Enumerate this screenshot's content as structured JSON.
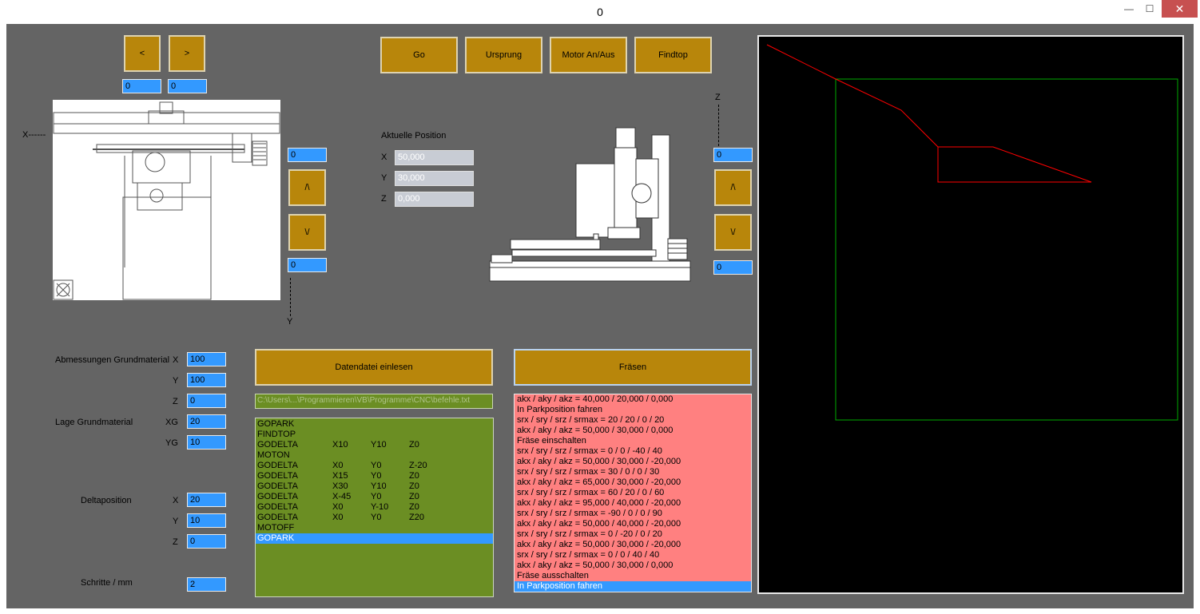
{
  "window": {
    "title": "0",
    "minimize": "—",
    "maximize": "☐",
    "close": "✕"
  },
  "xy_jog": {
    "left_label": "<",
    "right_label": ">",
    "x_left_value": "0",
    "x_right_value": "0",
    "axis_x_label": "X------",
    "up_label": "/\\",
    "down_label": "\\/",
    "y_top_value": "0",
    "y_bottom_value": "0",
    "axis_y_label": "Y"
  },
  "toolbar": {
    "go": "Go",
    "origin": "Ursprung",
    "motor": "Motor An/Aus",
    "findtop": "Findtop"
  },
  "position": {
    "title": "Aktuelle Position",
    "x_label": "X",
    "y_label": "Y",
    "z_label": "Z",
    "x_value": "50,000",
    "y_value": "30,000",
    "z_value": "0,000"
  },
  "z_jog": {
    "axis_label": "Z",
    "top_value": "0",
    "up_label": "/\\",
    "down_label": "\\/",
    "bottom_value": "0"
  },
  "material": {
    "dim_label": "Abmessungen Grundmaterial",
    "x_label": "X",
    "x_value": "100",
    "y_label": "Y",
    "y_value": "100",
    "z_label": "Z",
    "z_value": "0",
    "lage_label": "Lage Grundmaterial",
    "xg_label": "XG",
    "xg_value": "20",
    "yg_label": "YG",
    "yg_value": "10"
  },
  "delta": {
    "label": "Deltaposition",
    "x_label": "X",
    "x_value": "20",
    "y_label": "Y",
    "y_value": "10",
    "z_label": "Z",
    "z_value": "0"
  },
  "steps": {
    "label": "Schritte / mm",
    "value": "2"
  },
  "file": {
    "load_label": "Datendatei einlesen",
    "path": "C:\\Users\\...\\Programmieren\\VB\\Programme\\CNC\\befehle.txt"
  },
  "mill": {
    "label": "Fräsen"
  },
  "gcode": [
    [
      "GOPARK",
      "",
      "",
      ""
    ],
    [
      "FINDTOP",
      "",
      "",
      ""
    ],
    [
      "GODELTA",
      "X10",
      "Y10",
      "Z0"
    ],
    [
      "MOTON",
      "",
      "",
      ""
    ],
    [
      "GODELTA",
      "X0",
      "Y0",
      "Z-20"
    ],
    [
      "GODELTA",
      "X15",
      "Y0",
      "Z0"
    ],
    [
      "GODELTA",
      "X30",
      "Y10",
      "Z0"
    ],
    [
      "GODELTA",
      "X-45",
      "Y0",
      "Z0"
    ],
    [
      "GODELTA",
      "X0",
      "Y-10",
      "Z0"
    ],
    [
      "GODELTA",
      "X0",
      "Y0",
      "Z20"
    ],
    [
      "MOTOFF",
      "",
      "",
      ""
    ],
    [
      "GOPARK",
      "",
      "",
      ""
    ]
  ],
  "gcode_selected": 11,
  "log": [
    "akx / aky / akz = 40,000 / 20,000 / 0,000",
    "In Parkposition fahren",
    "srx / sry / srz / srmax = 20 / 20 / 0 / 20",
    "akx / aky / akz = 50,000 / 30,000 / 0,000",
    "Fräse einschalten",
    "srx / sry / srz / srmax = 0 / 0 / -40 / 40",
    "akx / aky / akz = 50,000 / 30,000 / -20,000",
    "srx / sry / srz / srmax = 30 / 0 / 0 / 30",
    "akx / aky / akz = 65,000 / 30,000 / -20,000",
    "srx / sry / srz / srmax = 60 / 20 / 0 / 60",
    "akx / aky / akz = 95,000 / 40,000 / -20,000",
    "srx / sry / srz / srmax = -90 / 0 / 0 / 90",
    "akx / aky / akz = 50,000 / 40,000 / -20,000",
    "srx / sry / srz / srmax = 0 / -20 / 0 / 20",
    "akx / aky / akz = 50,000 / 30,000 / -20,000",
    "srx / sry / srz / srmax = 0 / 0 / 40 / 40",
    "akx / aky / akz = 50,000 / 30,000 / 0,000",
    "Fräse ausschalten",
    "In Parkposition fahren"
  ],
  "log_selected": 18,
  "colors": {
    "button": "#b8860b",
    "field": "#3399ff",
    "gcode_bg": "#6b8e23",
    "log_bg": "#ff8080",
    "path_line": "#ff0000",
    "material_frame": "#00aa00"
  }
}
